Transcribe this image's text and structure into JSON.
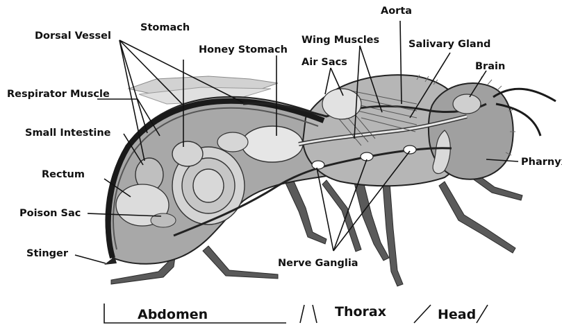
{
  "diagram": {
    "labels": [
      {
        "id": "aorta",
        "text": "Aorta"
      },
      {
        "id": "dorsal-vessel",
        "text": "Dorsal Vessel"
      },
      {
        "id": "stomach",
        "text": "Stomach"
      },
      {
        "id": "wing-muscles",
        "text": "Wing Muscles"
      },
      {
        "id": "salivary-gland",
        "text": "Salivary Gland"
      },
      {
        "id": "honey-stomach",
        "text": "Honey Stomach"
      },
      {
        "id": "air-sacs",
        "text": "Air Sacs"
      },
      {
        "id": "brain",
        "text": "Brain"
      },
      {
        "id": "respirator-muscle",
        "text": "Respirator Muscle"
      },
      {
        "id": "small-intestine",
        "text": "Small Intestine"
      },
      {
        "id": "pharnyx",
        "text": "Pharnyx"
      },
      {
        "id": "rectum",
        "text": "Rectum"
      },
      {
        "id": "poison-sac",
        "text": "Poison Sac"
      },
      {
        "id": "stinger",
        "text": "Stinger"
      },
      {
        "id": "nerve-ganglia",
        "text": "Nerve Ganglia"
      }
    ],
    "regions": [
      {
        "id": "abdomen",
        "text": "Abdomen"
      },
      {
        "id": "thorax",
        "text": "Thorax"
      },
      {
        "id": "head",
        "text": "Head"
      }
    ],
    "colors": {
      "ink": "#111111",
      "background": "#ffffff"
    }
  }
}
